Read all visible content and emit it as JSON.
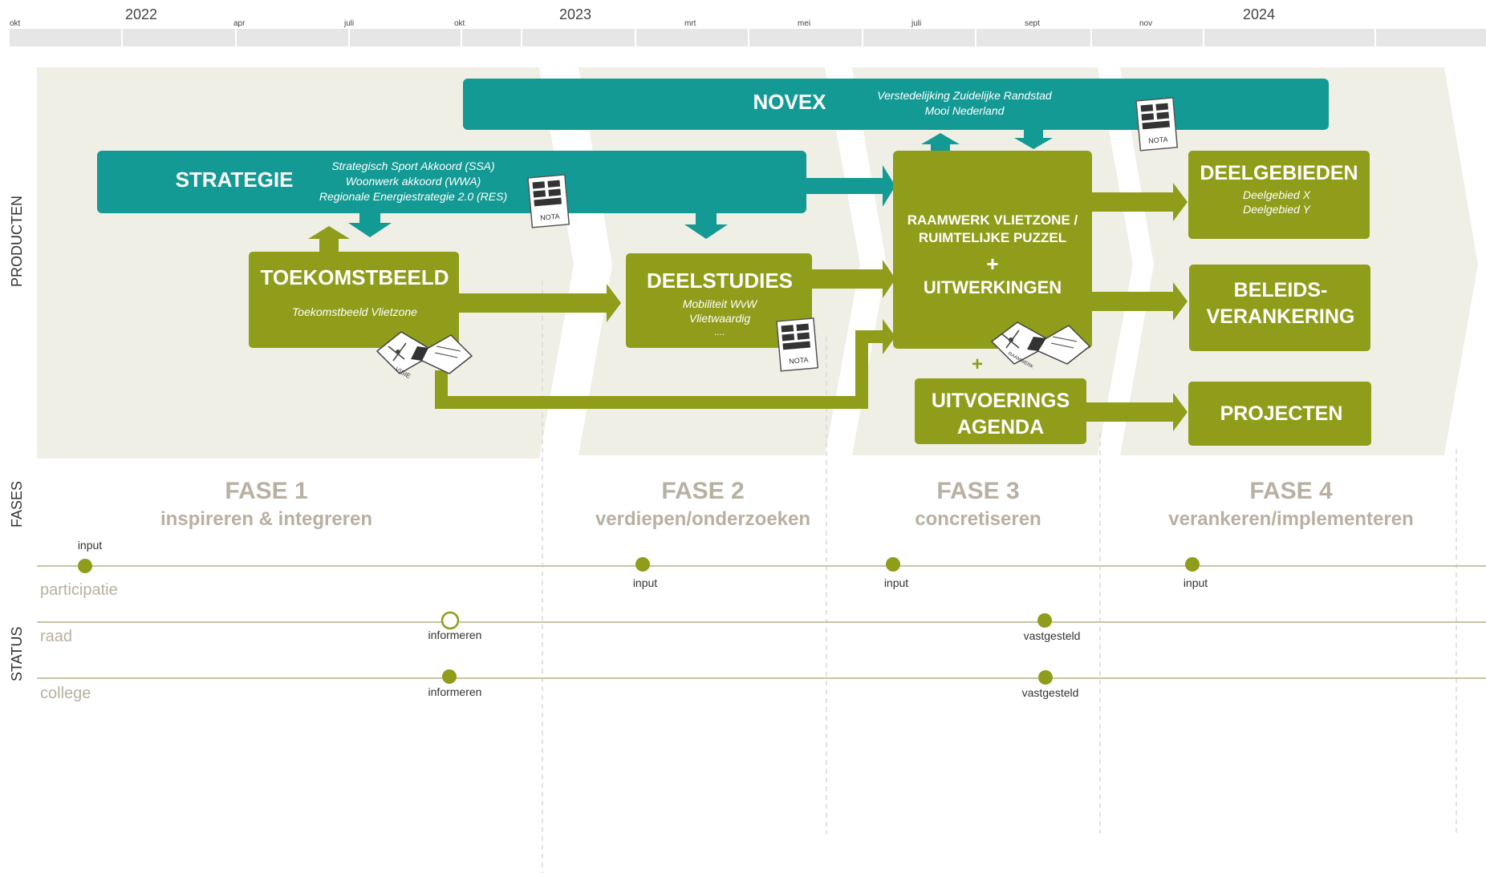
{
  "timeline": {
    "years": [
      "2022",
      "2023",
      "2024"
    ],
    "months": [
      "okt",
      "apr",
      "juli",
      "okt",
      "mrt",
      "mei",
      "juli",
      "sept",
      "nov"
    ]
  },
  "side_labels": {
    "producten": "PRODUCTEN",
    "fases": "FASES",
    "status": "STATUS"
  },
  "novex": {
    "title": "NOVEX",
    "lines": [
      "Verstedelijking Zuidelijke Randstad",
      "Mooi Nederland"
    ]
  },
  "strategie": {
    "title": "STRATEGIE",
    "lines": [
      "Strategisch Sport Akkoord (SSA)",
      "Woonwerk akkoord (WWA)",
      "Regionale Energiestrategie 2.0 (RES)"
    ]
  },
  "toekomstbeeld": {
    "title": "TOEKOMSTBEELD",
    "sub": "Toekomstbeeld Vlietzone"
  },
  "deelstudies": {
    "title": "DEELSTUDIES",
    "lines": [
      "Mobiliteit WvW",
      "Vlietwaardig",
      "...."
    ]
  },
  "raamwerk": {
    "line1": "RAAMWERK VLIETZONE /",
    "line2": "RUIMTELIJKE PUZZEL",
    "plus": "+",
    "line3": "UITWERKINGEN"
  },
  "uitvoering": {
    "line1": "UITVOERINGS",
    "line2": "AGENDA",
    "plus": "+"
  },
  "deelgebieden": {
    "title": "DEELGEBIEDEN",
    "lines": [
      "Deelgebied X",
      "Deelgebied Y"
    ]
  },
  "beleid": {
    "line1": "BELEIDS-",
    "line2": "VERANKERING"
  },
  "projecten": {
    "title": "PROJECTEN"
  },
  "icons": {
    "nota_label": "NOTA",
    "visie_label": "VISIE",
    "raamwerk_label": "RAAMWERK",
    "nota_icon": "document-icon",
    "map_icon": "folded-map-icon"
  },
  "phases": [
    {
      "title": "FASE 1",
      "sub": "inspireren & integreren"
    },
    {
      "title": "FASE 2",
      "sub": "verdiepen/onderzoeken"
    },
    {
      "title": "FASE 3",
      "sub": "concretiseren"
    },
    {
      "title": "FASE 4",
      "sub": "verankeren/implementeren"
    }
  ],
  "status_rows": {
    "participatie": {
      "label": "participatie",
      "points": [
        "input",
        "input",
        "input",
        "input"
      ]
    },
    "raad": {
      "label": "raad",
      "points": [
        "informeren",
        "vastgesteld"
      ]
    },
    "college": {
      "label": "college",
      "points": [
        "informeren",
        "vastgesteld"
      ]
    }
  },
  "colors": {
    "teal": "#149a94",
    "olive": "#8f9d1a",
    "phase_bg": "#f0efe6",
    "phase_text": "#b8b0a2",
    "timeline_bar": "#e6e6e6"
  }
}
